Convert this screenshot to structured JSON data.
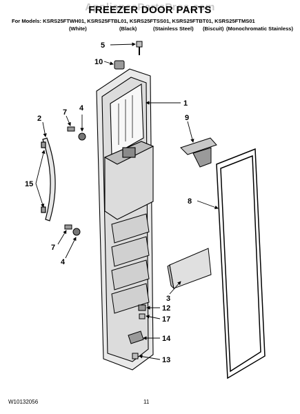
{
  "watermark": "AppliancePartsPros.com",
  "title": "FREEZER DOOR PARTS",
  "models_line": "For Models: KSRS25FTWH01, KSRS25FTBL01, KSRS25FTSS01, KSRS25FTBT01, KSRS25FTMS01",
  "variants": [
    "(White)",
    "(Black)",
    "(Stainless Steel)",
    "(Biscuit)",
    "(Monochromatic Stainless)"
  ],
  "callouts": {
    "c1": "1",
    "c2": "2",
    "c3": "3",
    "c4a": "4",
    "c4b": "4",
    "c5": "5",
    "c7a": "7",
    "c7b": "7",
    "c8": "8",
    "c9": "9",
    "c10": "10",
    "c12": "12",
    "c13": "13",
    "c14": "14",
    "c15": "15",
    "c17": "17"
  },
  "footer": {
    "code": "W10132056",
    "page": "11"
  }
}
